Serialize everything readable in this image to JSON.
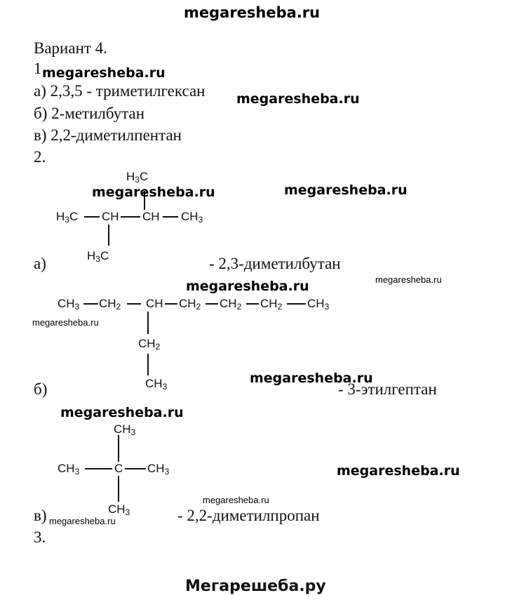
{
  "header": {
    "site": "megaresheba.ru"
  },
  "variant_title": "Вариант 4.",
  "task1": {
    "number": "1",
    "items": [
      "а) 2,3,5 - триметилгексан",
      "б) 2-метилбутан",
      "в) 2,2-диметилпентан"
    ]
  },
  "task2": {
    "number": "2.",
    "a": {
      "letter": "а)",
      "name": "- 2,3-диметилбутан"
    },
    "b": {
      "letter": "б)",
      "name": "- 3-этилгептан"
    },
    "c": {
      "letter": "в)",
      "name": "- 2,2-диметилпропан"
    }
  },
  "task3": {
    "number": "3."
  },
  "chem": {
    "ch": "CH",
    "c": "C",
    "h": "H",
    "sub2": "2",
    "sub3": "3"
  },
  "watermark": "megaresheba.ru",
  "footer": {
    "site": "Мегарешеба.ру"
  }
}
